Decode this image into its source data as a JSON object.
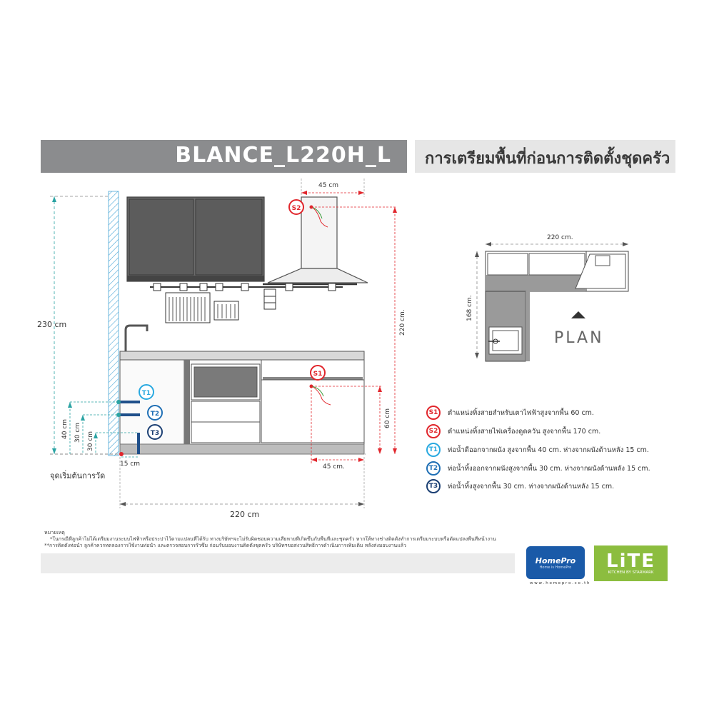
{
  "header": {
    "model": "BLANCE_L220H_L",
    "title_thai": "การเตรียมพื้นที่ก่อนการติดตั้งชุดครัว"
  },
  "elevation": {
    "dim_height_total": "230 cm",
    "dim_width_total": "220 cm",
    "dim_hood_offset": "45 cm",
    "dim_hood_height": "220 cm.",
    "dim_s1_offset": "45 cm.",
    "dim_s1_height": "60 cm",
    "dim_t1_height": "40 cm",
    "dim_t2_height": "30 cm",
    "dim_t3_height": "30 cm",
    "dim_wall_offset": "15 cm",
    "start_point_label": "จุดเริ่มต้นการวัด",
    "markers": {
      "s1": "S1",
      "s2": "S2",
      "t1": "T1",
      "t2": "T2",
      "t3": "T3"
    }
  },
  "plan": {
    "width_label": "220 cm.",
    "depth_label": "168 cm.",
    "caption": "PLAN"
  },
  "legend": [
    {
      "code": "S1",
      "color": "#e1262c",
      "text": "ตำแหน่งทิ้งสายสำหรับเตาไฟฟ้าสูงจากพื้น 60 cm."
    },
    {
      "code": "S2",
      "color": "#e1262c",
      "text": "ตำแหน่งทิ้งสายไฟเครื่องดูดควัน สูงจากพื้น 170 cm."
    },
    {
      "code": "T1",
      "color": "#29a9e0",
      "text": "ท่อน้ำดีออกจากผนัง สูงจากพื้น 40 cm. ห่างจากผนังด้านหลัง 15 cm."
    },
    {
      "code": "T2",
      "color": "#1f6fb5",
      "text": "ท่อน้ำทิ้งออกจากผนังสูงจากพื้น 30 cm. ห่างจากผนังด้านหลัง 15 cm."
    },
    {
      "code": "T3",
      "color": "#1b3f73",
      "text": "ท่อน้ำทิ้งสูงจากพื้น 30 cm. ห่างจากผนังด้านหลัง 15 cm."
    }
  ],
  "notes": {
    "heading": "หมายเหตุ",
    "line1": "*ในกรณีที่ลูกค้าไม่ได้เตรียมงานระบบไฟฟ้าหรือประปาไว้ตามแปลนที่ได้รับ ทางบริษัทฯจะไม่รับผิดชอบความเสียหายที่เกิดขึ้นกับพื้นที่และชุดครัว หากให้ทางช่างติดตั้งทำการเตรียมระบบหรือดัดแปลงพื้นที่หน้างาน",
    "line2": "**การติดตั้งท่อน้ำ ลูกค้าควรทดลองการใช้งานท่อน้ำ และตรวจสอบการรั่วซึม ก่อนรับมอบงานติดตั้งชุดครัว บริษัทฯขอสงวนสิทธิ์การดำเนินการเพิ่มเติม หลังส่งมอบงานแล้ว"
  },
  "brands": {
    "homepro_name": "HomePro",
    "homepro_tag": "Home is HomePro",
    "homepro_url": "w w w . h o m e p r o . c o . t h",
    "lite_name": "LiTE",
    "lite_sub": "KITCHEN BY STARMARK"
  },
  "colors": {
    "dim_red": "#e1262c",
    "dim_teal": "#2aa3a3",
    "header_gray": "#8b8c8e",
    "cabinet_dark": "#555555",
    "pipe_blue": "#1f4f8a"
  }
}
